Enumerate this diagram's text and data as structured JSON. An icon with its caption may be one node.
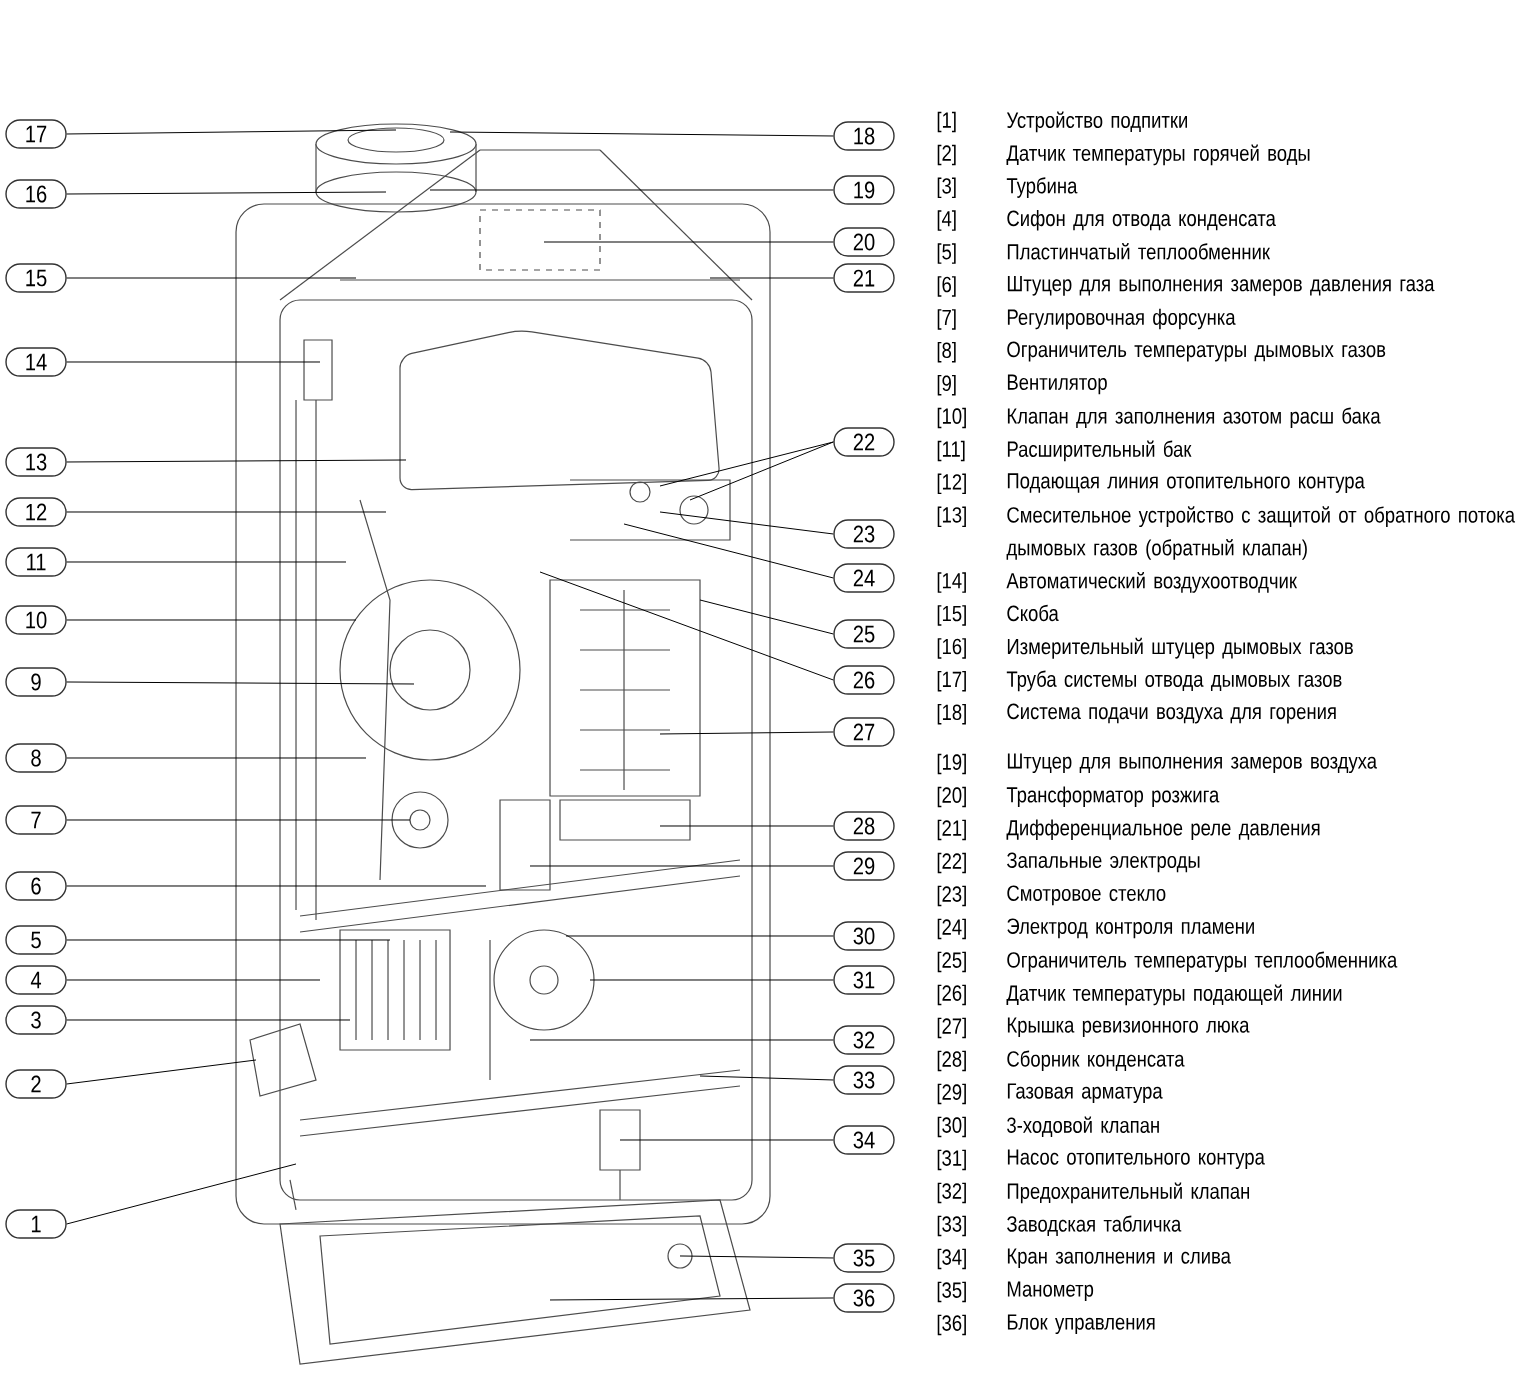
{
  "diagram": {
    "nodes": [
      {
        "text": [
          "1"
        ]
      },
      {
        "text": [
          "2"
        ]
      },
      {
        "text": [
          "3"
        ]
      },
      {
        "text": [
          "4"
        ]
      },
      {
        "text": [
          "5"
        ]
      },
      {
        "text": [
          "6"
        ]
      },
      {
        "text": [
          "7"
        ]
      },
      {
        "text": [
          "8"
        ]
      },
      {
        "text": [
          "9"
        ]
      },
      {
        "text": [
          "10"
        ]
      },
      {
        "text": [
          "11"
        ]
      },
      {
        "text": [
          "12"
        ]
      },
      {
        "text": [
          "13"
        ]
      },
      {
        "text": [
          "14"
        ]
      },
      {
        "text": [
          "15"
        ]
      },
      {
        "text": [
          "16"
        ]
      },
      {
        "text": [
          "17"
        ]
      },
      {
        "text": [
          "18"
        ]
      },
      {
        "text": [
          "19"
        ]
      },
      {
        "text": [
          "20"
        ]
      },
      {
        "text": [
          "21"
        ]
      },
      {
        "text": [
          "22"
        ]
      },
      {
        "text": [
          "23"
        ]
      },
      {
        "text": [
          "24"
        ]
      },
      {
        "text": [
          "25"
        ]
      },
      {
        "text": [
          "26"
        ]
      },
      {
        "text": [
          "27"
        ]
      },
      {
        "text": [
          "28"
        ]
      },
      {
        "text": [
          "29"
        ]
      },
      {
        "text": [
          "30"
        ]
      },
      {
        "text": [
          "31"
        ]
      },
      {
        "text": [
          "32"
        ]
      },
      {
        "text": [
          "33"
        ]
      },
      {
        "text": [
          "34"
        ]
      },
      {
        "text": [
          "35"
        ]
      },
      {
        "text": [
          "36"
        ]
      }
    ],
    "edges": [
      {
        "from": 0,
        "to": null,
        "arrow": "none"
      },
      {
        "from": 1,
        "to": null,
        "arrow": "none"
      },
      {
        "from": 2,
        "to": null,
        "arrow": "none"
      },
      {
        "from": 3,
        "to": null,
        "arrow": "none"
      },
      {
        "from": 4,
        "to": null,
        "arrow": "none"
      },
      {
        "from": 5,
        "to": null,
        "arrow": "none"
      },
      {
        "from": 6,
        "to": null,
        "arrow": "none"
      },
      {
        "from": 7,
        "to": null,
        "arrow": "none"
      },
      {
        "from": 8,
        "to": null,
        "arrow": "none"
      },
      {
        "from": 9,
        "to": null,
        "arrow": "none"
      },
      {
        "from": 10,
        "to": null,
        "arrow": "none"
      },
      {
        "from": 11,
        "to": null,
        "arrow": "none"
      },
      {
        "from": 12,
        "to": null,
        "arrow": "none"
      },
      {
        "from": 13,
        "to": null,
        "arrow": "none"
      },
      {
        "from": 14,
        "to": null,
        "arrow": "none"
      },
      {
        "from": 15,
        "to": null,
        "arrow": "none"
      },
      {
        "from": 16,
        "to": null,
        "arrow": "none"
      },
      {
        "from": 17,
        "to": null,
        "arrow": "none"
      },
      {
        "from": 18,
        "to": null,
        "arrow": "none"
      },
      {
        "from": 19,
        "to": null,
        "arrow": "none"
      },
      {
        "from": 20,
        "to": null,
        "arrow": "none"
      },
      {
        "from": 21,
        "to": null,
        "arrow": "none"
      },
      {
        "from": 21,
        "to": null,
        "arrow": "none"
      },
      {
        "from": 22,
        "to": null,
        "arrow": "none"
      },
      {
        "from": 23,
        "to": null,
        "arrow": "none"
      },
      {
        "from": 24,
        "to": null,
        "arrow": "none"
      },
      {
        "from": 25,
        "to": null,
        "arrow": "none"
      },
      {
        "from": 26,
        "to": null,
        "arrow": "none"
      },
      {
        "from": 27,
        "to": null,
        "arrow": "none"
      },
      {
        "from": 28,
        "to": null,
        "arrow": "none"
      },
      {
        "from": 29,
        "to": null,
        "arrow": "none"
      },
      {
        "from": 30,
        "to": null,
        "arrow": "none"
      },
      {
        "from": 31,
        "to": null,
        "arrow": "none"
      },
      {
        "from": 32,
        "to": null,
        "arrow": "none"
      },
      {
        "from": 33,
        "to": null,
        "arrow": "none"
      },
      {
        "from": 34,
        "to": null,
        "arrow": "none"
      },
      {
        "from": 35,
        "to": null,
        "arrow": "none"
      }
    ],
    "labels": [
      "[1]",
      "Устройство подпитки",
      "[2]",
      "Датчик температуры горячей воды",
      "[3]",
      "Турбина",
      "[4]",
      "Сифон для отвода конденсата",
      "[5]",
      "Пластинчатый теплообменник",
      "[6]",
      "Штуцер для выполнения замеров давления газа",
      "[7]",
      "Регулировочная форсунка",
      "[8]",
      "Ограничитель температуры дымовых газов",
      "[9]",
      "Вентилятор",
      "[10]",
      "Клапан для заполнения азотом расш бака",
      "[11]",
      "Расширительный бак",
      "[12]",
      "Подающая линия отопительного контура",
      "[13]",
      "Смесительное устройство с защитой от обратного потока дымовых газов (обратный клапан)",
      "[14]",
      "Автоматический воздухоотводчик",
      "[15]",
      "Скоба",
      "[16]",
      "Измерительный штуцер дымовых газов",
      "[17]",
      "Труба системы отвода дымовых газов",
      "[18]",
      "Система подачи воздуха для горения",
      "[19]",
      "Штуцер для выполнения замеров воздуха",
      "[20]",
      "Трансформатор розжига",
      "[21]",
      "Дифференциальное реле давления",
      "[22]",
      "Запальные электроды",
      "[23]",
      "Смотровое стекло",
      "[24]",
      "Электрод контроля пламени",
      "[25]",
      "Ограничитель температуры теплообменника",
      "[26]",
      "Датчик температуры подающей линии",
      "[27]",
      "Крышка ревизионного люка",
      "[28]",
      "Сборник конденсата",
      "[29]",
      "Газовая арматура",
      "[30]",
      "3-ходовой клапан",
      "[31]",
      "Насос отопительного контура",
      "[32]",
      "Предохранительный клапан",
      "[33]",
      "Заводская табличка",
      "[34]",
      "Кран заполнения и слива",
      "[35]",
      "Манометр",
      "[36]",
      "Блок управления"
    ]
  }
}
